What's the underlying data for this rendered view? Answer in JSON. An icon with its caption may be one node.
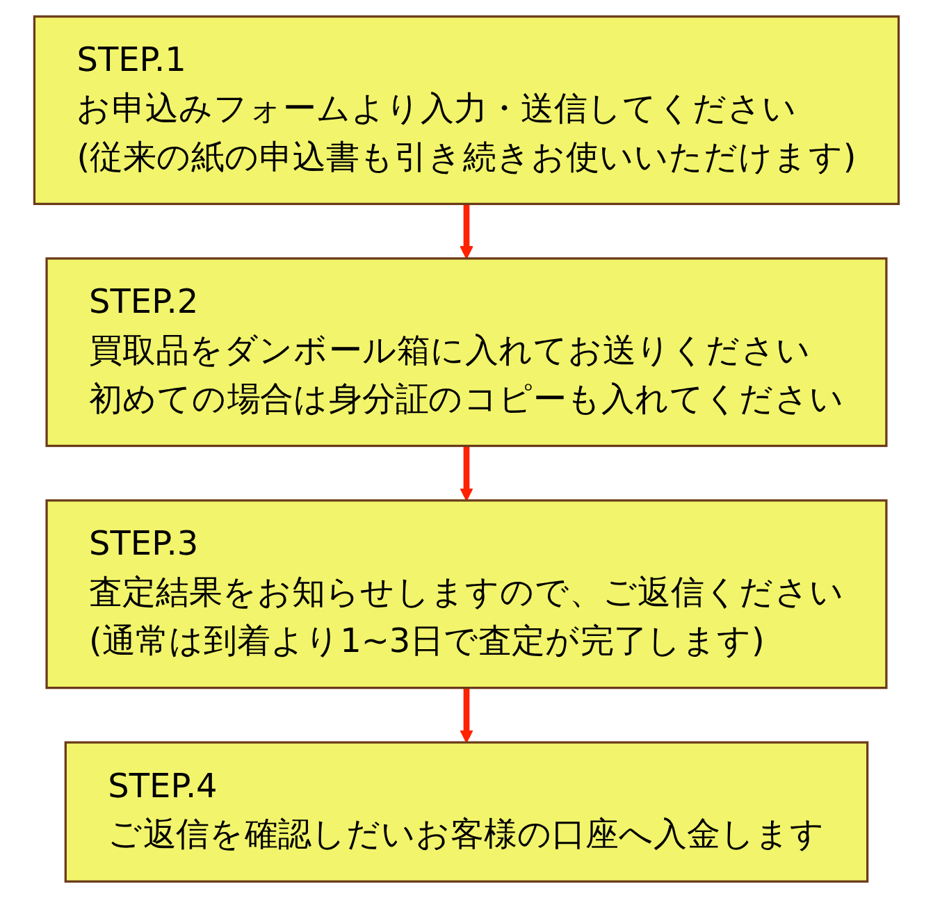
{
  "diagram": {
    "nodes": [
      {
        "text": [
          "STEP.1",
          "お申込みフォームより入力・送信してください",
          "(従来の紙の申込書も引き続きお使いいただけます)"
        ]
      },
      {
        "text": [
          "STEP.2",
          "買取品をダンボール箱に入れてお送りください",
          "初めての場合は身分証のコピーも入れてください"
        ]
      },
      {
        "text": [
          "STEP.3",
          "査定結果をお知らせしますので、ご返信ください",
          "(通常は到着より1~3日で査定が完了します)"
        ]
      },
      {
        "text": [
          "STEP.4",
          "ご返信を確認しだいお客様の口座へ入金します"
        ]
      }
    ],
    "edges": [
      {
        "from": 0,
        "to": 1,
        "arrow": "to"
      },
      {
        "from": 1,
        "to": 2,
        "arrow": "to"
      },
      {
        "from": 2,
        "to": 3,
        "arrow": "to"
      }
    ]
  }
}
